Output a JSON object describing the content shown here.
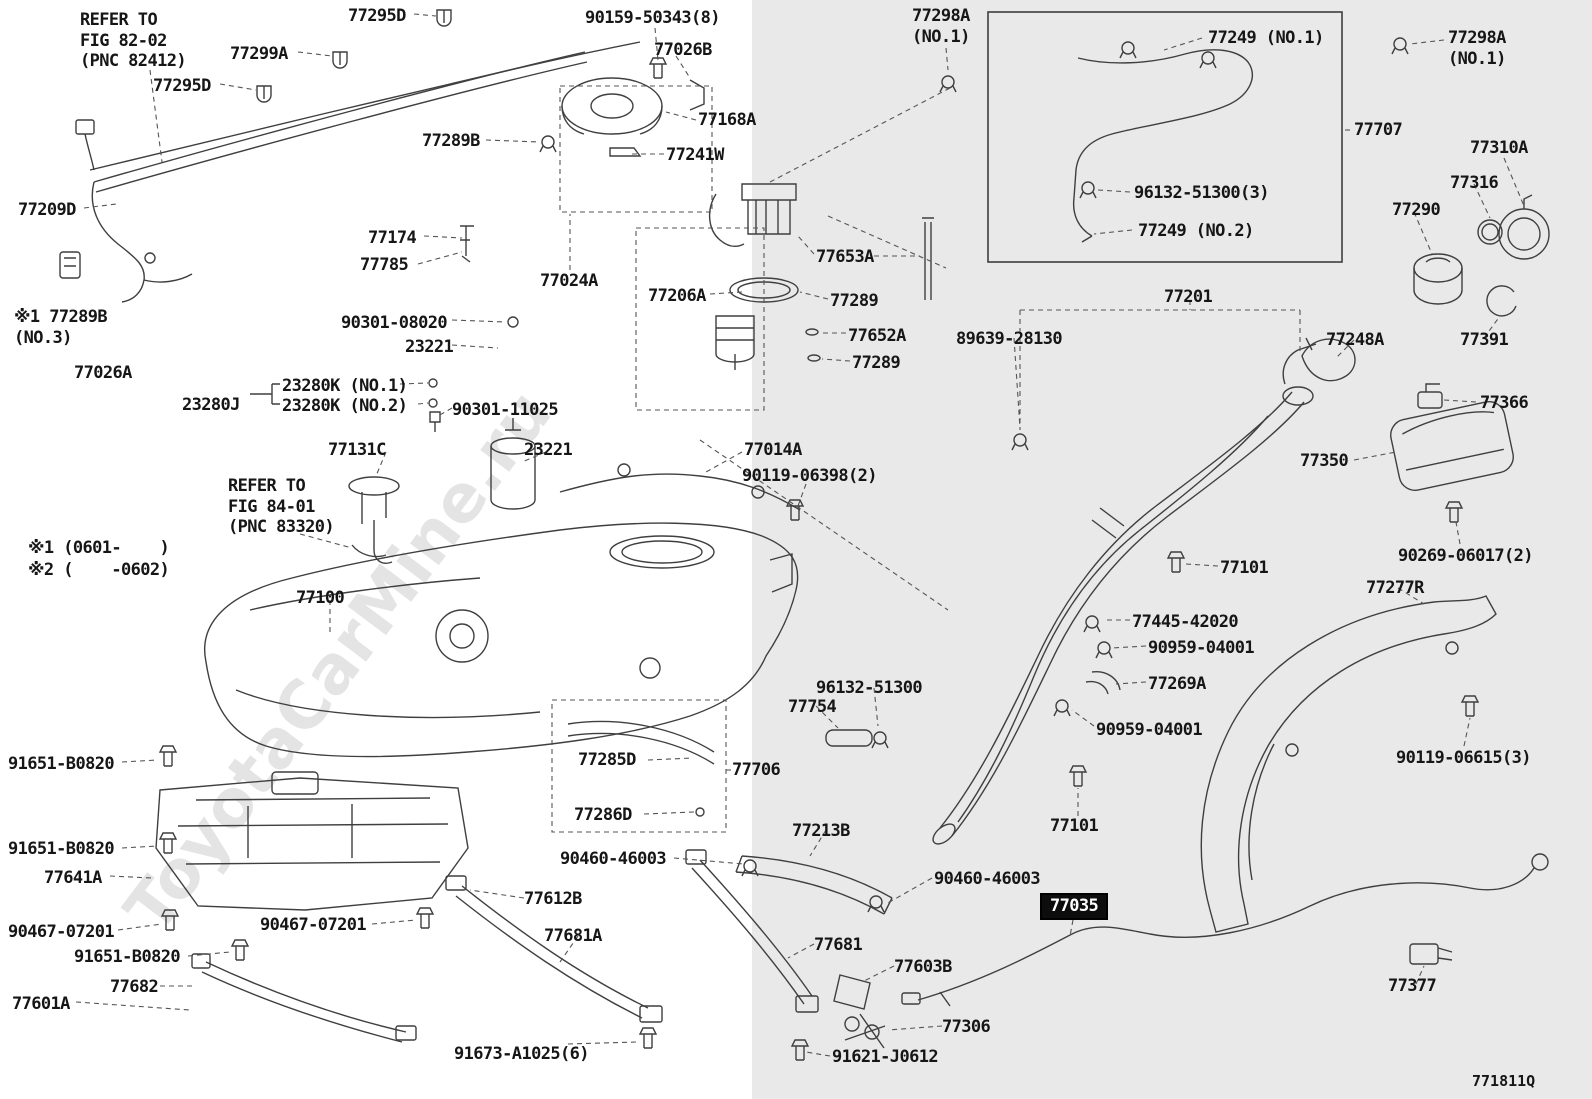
{
  "page": {
    "drawing_code": "771811Q",
    "watermark": "ToyotaCarMine.ru",
    "highlight_part": "77035",
    "colors": {
      "background_left": "#ffffff",
      "background_right": "#e9e9e9",
      "line": "#3f3f3f",
      "text": "#161616",
      "highlight_bg": "#0d0d0d",
      "highlight_text": "#ffffff"
    }
  },
  "labels": {
    "refer_fig_82_02": "REFER TO\nFIG 82-02\n(PNC 82412)",
    "p77295d_top": "77295D",
    "p90159_50343": "90159-50343(8)",
    "p77298a_no1_left": "77298A\n(NO.1)",
    "p77249_no1": "77249 (NO.1)",
    "p77298a_no1_right": "77298A\n(NO.1)",
    "p77299a": "77299A",
    "p77026b": "77026B",
    "p77295d_mid": "77295D",
    "p77707": "77707",
    "p77310a": "77310A",
    "p77168a": "77168A",
    "p77289b": "77289B",
    "p77241w": "77241W",
    "p77316": "77316",
    "p77209d": "77209D",
    "p96132_51300_3": "96132-51300(3)",
    "p77290": "77290",
    "p77249_no2": "77249 (NO.2)",
    "p77174": "77174",
    "p77785": "77785",
    "p77653a": "77653A",
    "p77024a": "77024A",
    "p77206a": "77206A",
    "p77289_top": "77289",
    "p77201": "77201",
    "p89639_28130": "89639-28130",
    "p77248a": "77248A",
    "p77391": "77391",
    "p90301_08020": "90301-08020",
    "p77652a": "77652A",
    "p23221_top": "23221",
    "p77289_bottom": "77289",
    "p77289b_no3": "※1 77289B\n(NO.3)",
    "p77026a": "77026A",
    "p23280k_no1": "23280K (NO.1)",
    "p23280j": "23280J",
    "p23280k_no2": "23280K (NO.2)",
    "p90301_11025": "90301-11025",
    "p77366": "77366",
    "p77131c": "77131C",
    "p23221_bottom": "23221",
    "p77014a": "77014A",
    "p90119_06398": "90119-06398(2)",
    "p77350": "77350",
    "refer_fig_84_01": "REFER TO\nFIG 84-01\n(PNC 83320)",
    "note_1": "※1 (0601-    )",
    "note_2": "※2 (    -0602)",
    "p90269_06017": "90269-06017(2)",
    "p77101_upper": "77101",
    "p77100": "77100",
    "p77277r": "77277R",
    "p77445_42020": "77445-42020",
    "p90959_04001_a": "90959-04001",
    "p77269a": "77269A",
    "p96132_51300_b": "96132-51300",
    "p77754": "77754",
    "p90959_04001_b": "90959-04001",
    "p91651_b0820_a": "91651-B0820",
    "p77285d": "77285D",
    "p77706": "77706",
    "p77286d": "77286D",
    "p77101_lower": "77101",
    "p91651_b0820_b": "91651-B0820",
    "p77641a": "77641A",
    "p77213b": "77213B",
    "p90460_46003_a": "90460-46003",
    "p90460_46003_b": "90460-46003",
    "p90119_06615": "90119-06615(3)",
    "p77035": "77035",
    "p90467_07201_a": "90467-07201",
    "p77612b": "77612B",
    "p91651_b0820_c": "91651-B0820",
    "p77681a": "77681A",
    "p90467_07201_b": "90467-07201",
    "p77682": "77682",
    "p77601a": "77601A",
    "p77681": "77681",
    "p77603b": "77603B",
    "p77306": "77306",
    "p77377": "77377",
    "p91673_a1025": "91673-A1025(6)",
    "p91621_j0612": "91621-J0612"
  }
}
